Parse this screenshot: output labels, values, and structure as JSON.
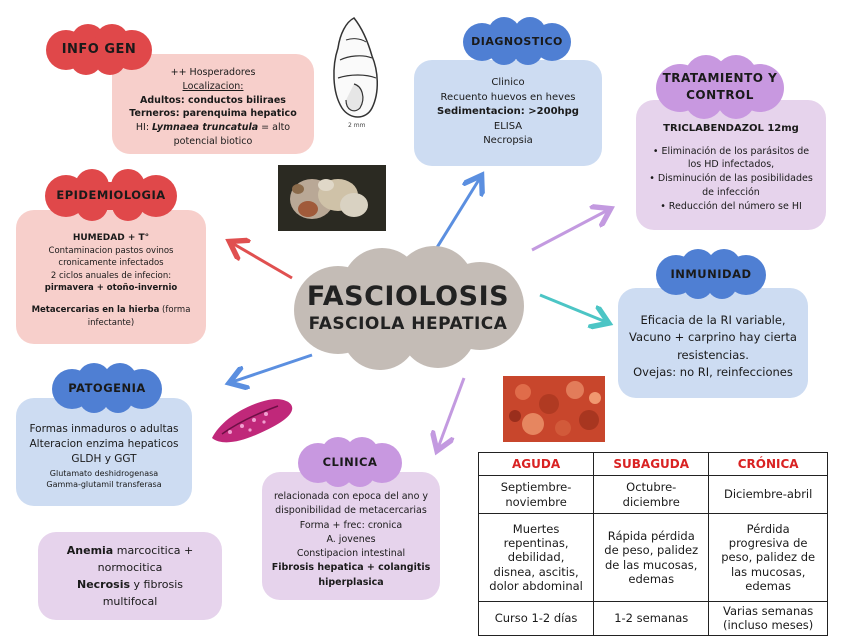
{
  "center": {
    "title": "FASCIOLOSIS",
    "subtitle": "FASCIOLA HEPATICA"
  },
  "info_gen": {
    "heading": "INFO GEN",
    "lines": [
      {
        "type": "plain",
        "text": "++ Hosperadores"
      },
      {
        "type": "underline",
        "text": "Localizacion:"
      },
      {
        "type": "bold",
        "text": "Adultos: conductos biliraes"
      },
      {
        "type": "bold",
        "text": "Terneros: parenquima hepatico"
      }
    ],
    "hi_prefix": "HI: ",
    "hi_species": "Lymnaea truncatula",
    "hi_rest": " = alto",
    "hi_line2": "potencial biotico"
  },
  "diagnostico": {
    "heading": "DIAGNOSTICO",
    "line1": "Clinico",
    "line2": "Recuento huevos en heves",
    "line3": "Sedimentacion: >200hpg",
    "line4": "ELISA",
    "line5": "Necropsia"
  },
  "tratamiento": {
    "heading_1": "TRATAMIENTO Y",
    "heading_2": "CONTROL",
    "drug": "TRICLABENDAZOL 12mg",
    "bullets": [
      "• Eliminación de los parásitos de",
      "los HD infectados,",
      "• Disminución de las posibilidades",
      "de infección",
      "• Reducción del número se HI"
    ]
  },
  "epidemiologia": {
    "heading": "EPIDEMIOLOGIA",
    "line1": "HUMEDAD + T°",
    "line2": "Contaminacion pastos ovinos",
    "line3": "cronicamente infectados",
    "line4": "2 ciclos anuales de infecion:",
    "line5": "pirmavera + otoño-invernio",
    "line6_bold": "Metacercarias en la hierba",
    "line6_rest": " (forma",
    "line7": "infectante)"
  },
  "inmunidad": {
    "heading": "INMUNIDAD",
    "line1": "Eficacia de la RI variable,",
    "line2": "Vacuno + carprino hay cierta",
    "line3": "resistencias.",
    "line4": "Ovejas: no RI, reinfecciones"
  },
  "patogenia": {
    "heading": "PATOGENIA",
    "line1": "Formas inmaduros o adultas",
    "line2": "Alteracion enzima hepaticos",
    "line3": "GLDH y GGT",
    "line4": "Glutamato deshidrogenasa",
    "line5": "Gamma-glutamil transferasa"
  },
  "lesiones": {
    "anemia_bold": "Anemia",
    "anemia_rest": " marcocitica +",
    "line2": "normocitica",
    "necrosis_bold": "Necrosis",
    "necrosis_rest": " y fibrosis",
    "line4": "multifocal"
  },
  "clinica": {
    "heading": "CLINICA",
    "line1": "relacionada con epoca del ano y",
    "line2": "disponibilidad de metacercarias",
    "line3": "Forma + frec: cronica",
    "line4": "A. jovenes",
    "line5": "Constipacion intestinal",
    "line6": "Fibrosis hepatica + colangitis",
    "line7": "hiperplasica"
  },
  "table": {
    "headers": [
      "AGUDA",
      "SUBAGUDA",
      "CRÓNICA"
    ],
    "rows": [
      [
        "Septiembre-\nnoviembre",
        "Octubre-\ndiciembre",
        "Diciembre-abril"
      ],
      [
        "Muertes\nrepentinas,\ndebilidad,\ndisnea, ascitis,\ndolor abdominal",
        "Rápida pérdida\nde peso, palidez\nde las mucosas,\nedemas",
        "Pérdida\nprogresiva de\npeso, palidez de\nlas mucosas,\nedemas"
      ],
      [
        "Curso 1-2 días",
        "1-2 semanas",
        "Varias semanas\n(incluso meses)"
      ]
    ]
  },
  "shell_caption": "2 mm",
  "colors": {
    "red_cloud": "#e0484a",
    "blue_cloud": "#4f7fd3",
    "purple_cloud": "#c898e0",
    "gray_cloud": "#c4bcb6",
    "pink_box": "#f7cfcb",
    "blue_box": "#cddcf2",
    "purple_box": "#e6d3ec"
  }
}
